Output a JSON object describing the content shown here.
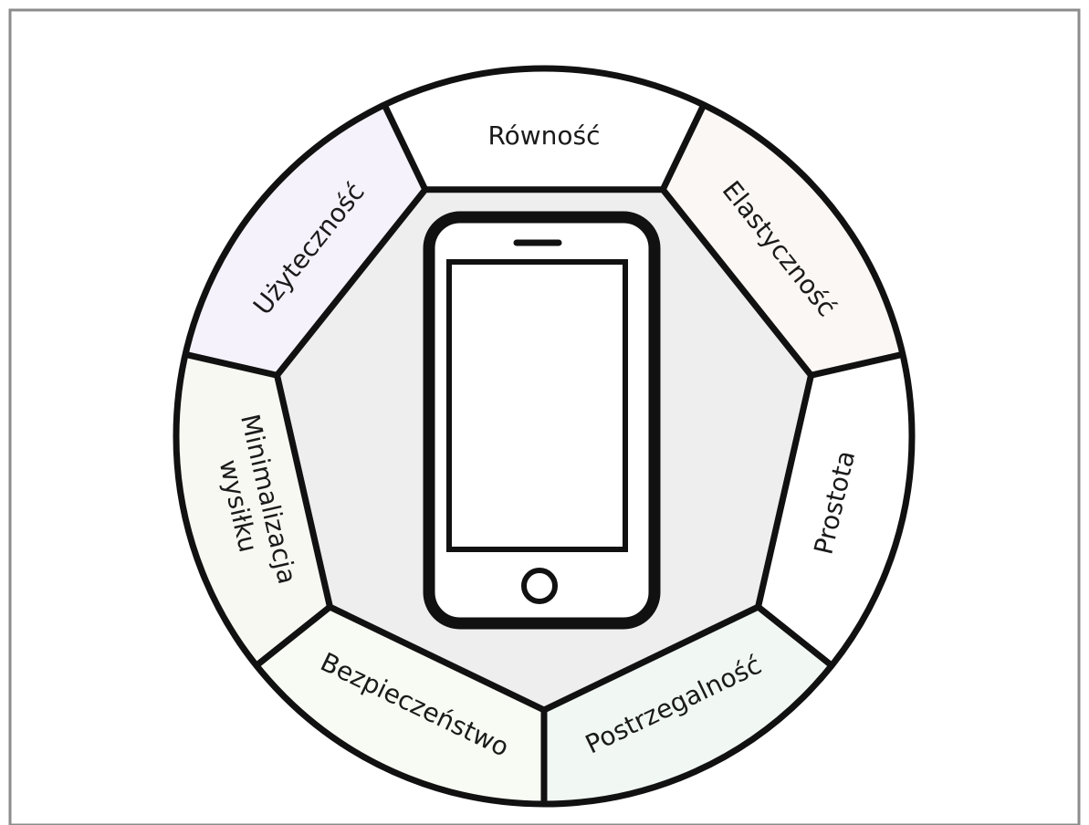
{
  "diagram": {
    "colors": {
      "outline": "#111111",
      "frame": "#8c8c8c",
      "center_fill": "#eeeeee",
      "segment_fills": [
        "#ffffff",
        "#fbf7f4",
        "#ffffff",
        "#f1f8f4",
        "#f8fbf3",
        "#f7f8f2",
        "#f5f2fb"
      ]
    },
    "center_icon": "smartphone-icon",
    "segments": [
      {
        "label": "Równość",
        "lines": [
          "Równość"
        ]
      },
      {
        "label": "Elastyczność",
        "lines": [
          "Elastyczność"
        ]
      },
      {
        "label": "Prostota",
        "lines": [
          "Prostota"
        ]
      },
      {
        "label": "Postrzegalność",
        "lines": [
          "Postrzegalność"
        ]
      },
      {
        "label": "Bezpieczeństwo",
        "lines": [
          "Bezpieczeństwo"
        ]
      },
      {
        "label": "Minimalizacja wysiłku",
        "lines": [
          "Minimalizacja",
          "wysiłku"
        ]
      },
      {
        "label": "Użyteczność",
        "lines": [
          "Użyteczność"
        ]
      }
    ]
  }
}
